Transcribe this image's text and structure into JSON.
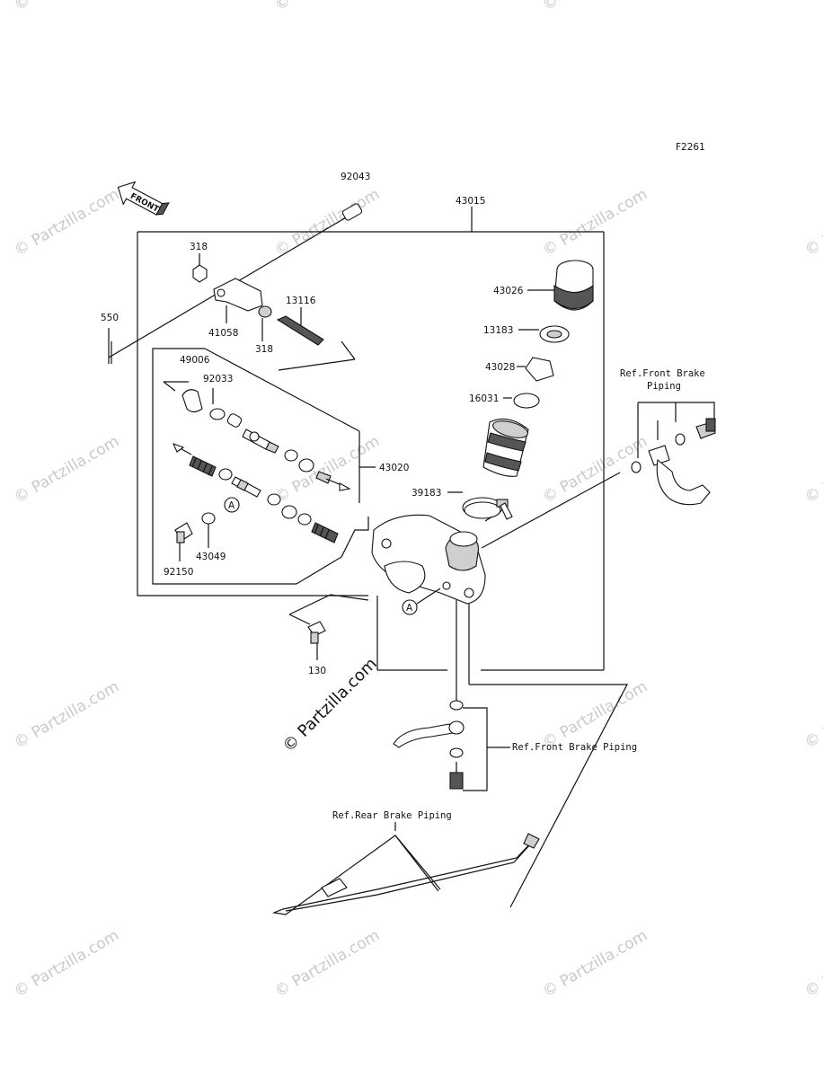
{
  "figure_code": "F2261",
  "front_label": "FRONT",
  "callout_letter": "A",
  "watermark_text": "© Partzilla.com",
  "center_watermark": "© Partzilla.com",
  "labels": {
    "p92043": "92043",
    "p43015": "43015",
    "p318a": "318",
    "p318b": "318",
    "p550": "550",
    "p41058": "41058",
    "p13116": "13116",
    "p43026": "43026",
    "p13183": "13183",
    "p43028": "43028",
    "p16031": "16031",
    "p49006": "49006",
    "p92033": "92033",
    "p43020": "43020",
    "p39183": "39183",
    "p43049": "43049",
    "p92150": "92150",
    "p130": "130"
  },
  "references": {
    "front_brake_top_line1": "Ref.Front Brake",
    "front_brake_top_line2": "Piping",
    "front_brake_mid": "Ref.Front Brake Piping",
    "rear_brake": "Ref.Rear Brake Piping"
  }
}
